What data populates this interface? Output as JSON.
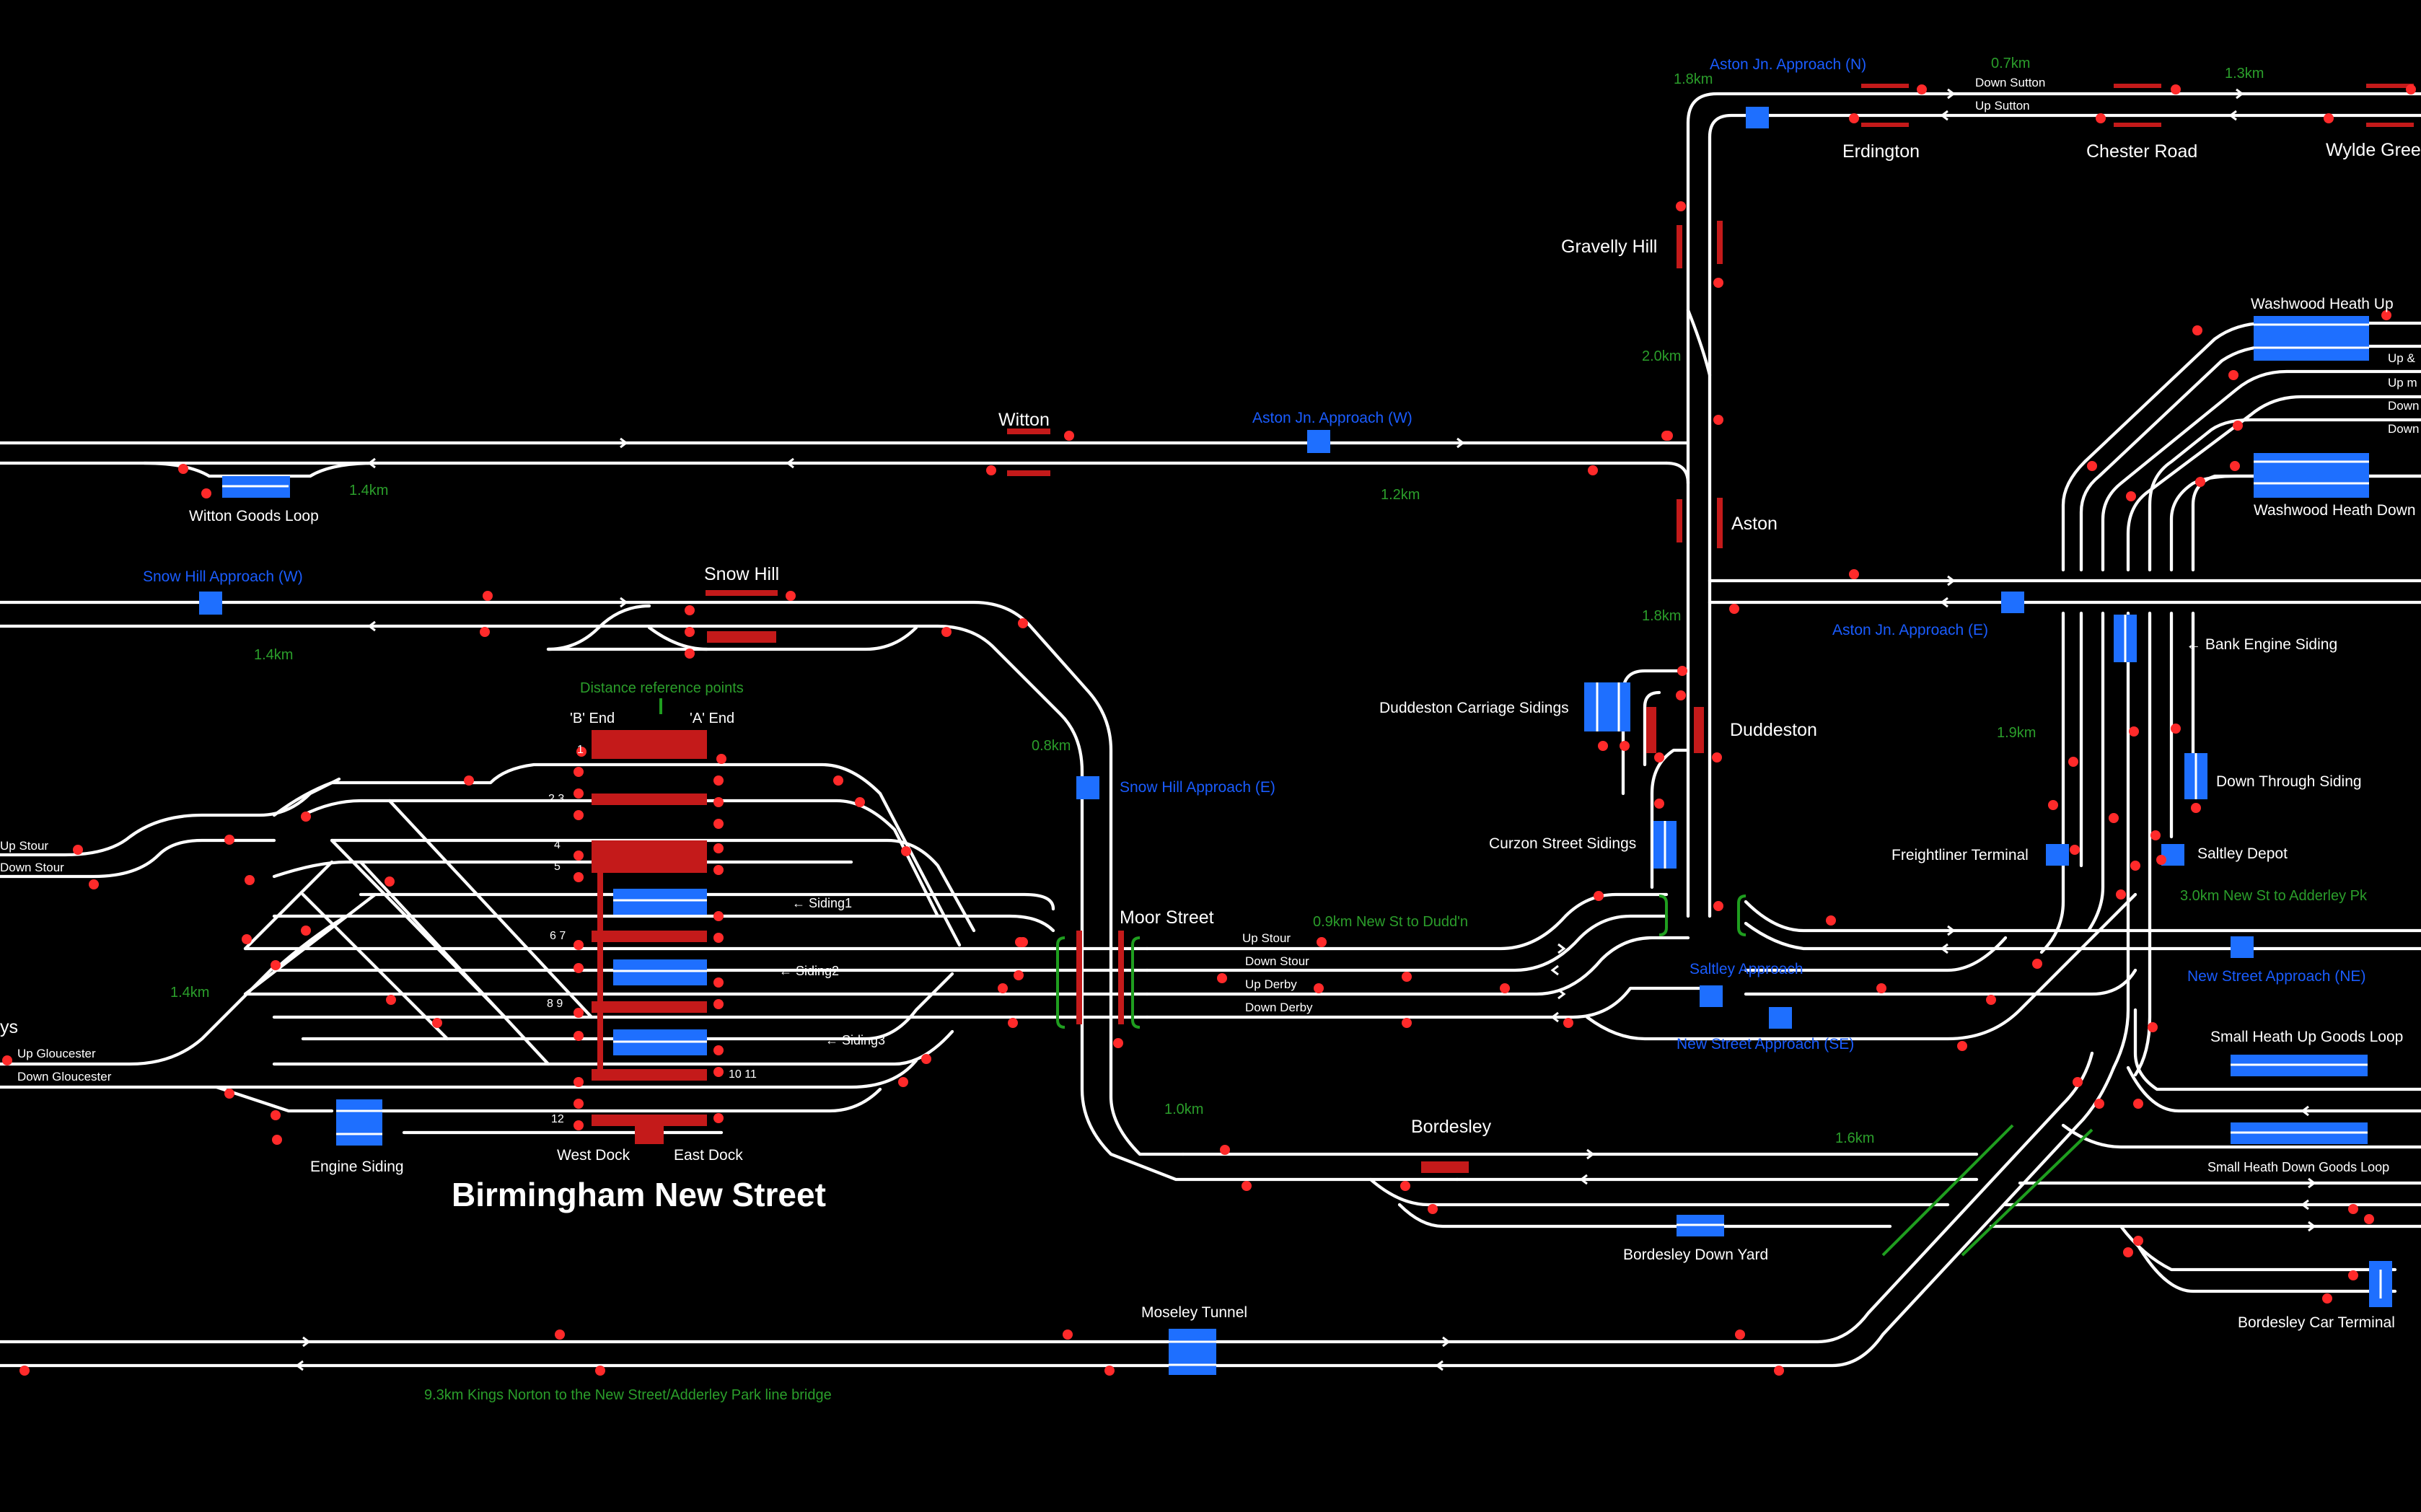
{
  "title": "Birmingham New Street",
  "colors": {
    "background": "#000000",
    "track": "#ffffff",
    "platform": "#c41a1a",
    "block_marker": "#1e6fff",
    "signal": "#ff2a2a",
    "location_label": "#ffffff",
    "approach_label": "#1a5cff",
    "distance_label": "#2b9e2b"
  },
  "stations": {
    "witton": "Witton",
    "snow_hill": "Snow Hill",
    "gravelly_hill": "Gravelly Hill",
    "aston": "Aston",
    "duddeston": "Duddeston",
    "moor_street": "Moor Street",
    "bordesley": "Bordesley",
    "erdington": "Erdington",
    "chester_road": "Chester Road",
    "wylde_green": "Wylde Gree"
  },
  "locations": {
    "witton_goods_loop": "Witton Goods Loop",
    "duddeston_carriage_sidings": "Duddeston Carriage Sidings",
    "curzon_street_sidings": "Curzon Street Sidings",
    "engine_siding": "Engine Siding",
    "west_dock": "West Dock",
    "east_dock": "East Dock",
    "b_end": "'B' End",
    "a_end": "'A' End",
    "distance_reference_points": "Distance reference points",
    "moseley_tunnel": "Moseley Tunnel",
    "bordesley_down_yard": "Bordesley Down Yard",
    "freightliner_terminal": "Freightliner Terminal",
    "saltley_depot": "Saltley Depot",
    "down_through_siding": "Down Through Siding",
    "bank_engine_siding": "← Bank Engine Siding",
    "washwood_heath_up": "Washwood Heath Up",
    "washwood_heath_down": "Washwood Heath Down",
    "small_heath_up_goods_loop": "Small Heath Up Goods Loop",
    "small_heath_down_goods_loop": "Small Heath Down Goods Loop",
    "bordesley_car_terminal": "Bordesley Car Terminal",
    "siding1": "← Siding1",
    "siding2": "← Siding2",
    "siding3": "← Siding3",
    "ys_fragment": "ys"
  },
  "approaches": {
    "aston_jn_approach_n": "Aston Jn. Approach (N)",
    "aston_jn_approach_w": "Aston Jn. Approach (W)",
    "aston_jn_approach_e": "Aston Jn. Approach (E)",
    "snow_hill_approach_w": "Snow Hill Approach (W)",
    "snow_hill_approach_e": "Snow Hill Approach (E)",
    "saltley_approach": "Saltley Approach",
    "new_street_approach_se": "New Street Approach (SE)",
    "new_street_approach_ne": "New Street Approach (NE)"
  },
  "lines": {
    "up_stour_left": "Up Stour",
    "down_stour_left": "Down Stour",
    "up_gloucester": "Up Gloucester",
    "down_gloucester": "Down Gloucester",
    "up_stour": "Up Stour",
    "down_stour": "Down Stour",
    "up_derby": "Up Derby",
    "down_derby": "Down Derby",
    "down_sutton": "Down Sutton",
    "up_sutton": "Up Sutton",
    "up_and": "Up &",
    "up_m": "Up m",
    "down_1": "Down",
    "down_2": "Down"
  },
  "distances": {
    "d_1_8km_n": "1.8km",
    "d_0_7km": "0.7km",
    "d_1_3km": "1.3km",
    "d_2_0km": "2.0km",
    "d_1_4km_witton": "1.4km",
    "d_1_2km": "1.2km",
    "d_1_4km_snowhill": "1.4km",
    "d_1_8km_aston": "1.8km",
    "d_0_8km": "0.8km",
    "d_1_9km": "1.9km",
    "d_0_9km": "0.9km New St to Dudd'n",
    "d_3_0km": "3.0km New St to Adderley Pk",
    "d_1_4km_left": "1.4km",
    "d_1_0km": "1.0km",
    "d_1_6km": "1.6km",
    "d_9_3km": "9.3km Kings Norton to the New Street/Adderley Park line bridge"
  },
  "platforms": {
    "p1": "1",
    "p2_3": "2 3",
    "p4": "4",
    "p5": "5",
    "p6_7": "6 7",
    "p8_9": "8 9",
    "p10_11": "10 11",
    "p12": "12"
  }
}
